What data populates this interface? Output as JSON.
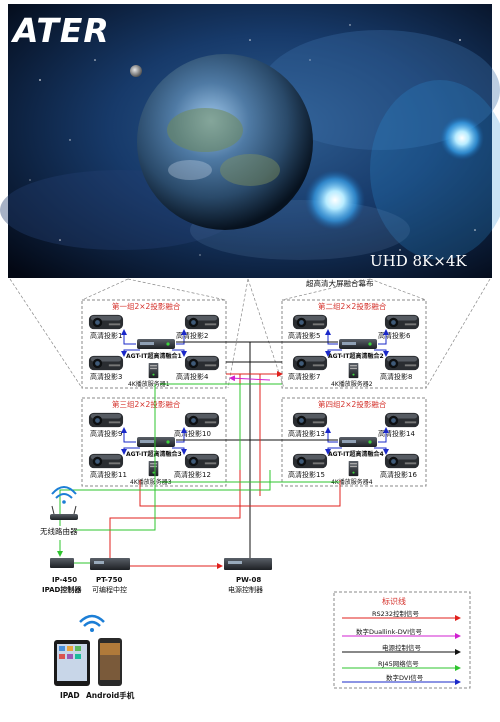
{
  "header": {
    "logo_text": "ATER",
    "screen_caption": "UHD 8K×4K"
  },
  "wall_label": "超高清大屏融合幕布",
  "groups": [
    {
      "title": "第一组2×2投影融合",
      "projectors": [
        "高清投影1",
        "高清投影2",
        "高清投影3",
        "高清投影4"
      ],
      "fusion": "AGT-IT超高清融合1",
      "server": "4K播放服务器1"
    },
    {
      "title": "第二组2×2投影融合",
      "projectors": [
        "高清投影5",
        "高清投影6",
        "高清投影7",
        "高清投影8"
      ],
      "fusion": "AGT-IT超高清融合2",
      "server": "4K播放服务器2"
    },
    {
      "title": "第三组2×2投影融合",
      "projectors": [
        "高清投影9",
        "高清投影10",
        "高清投影11",
        "高清投影12"
      ],
      "fusion": "AGT-IT超高清融合3",
      "server": "4K播放服务器3"
    },
    {
      "title": "第四组2×2投影融合",
      "projectors": [
        "高清投影13",
        "高清投影14",
        "高清投影15",
        "高清投影16"
      ],
      "fusion": "AGT-IT超高清融合4",
      "server": "4K播放服务器4"
    }
  ],
  "devices": {
    "router": "无线路由器",
    "ip450_model": "IP-450",
    "ip450_desc": "IPAD控制器",
    "pt750_model": "PT-750",
    "pt750_desc": "可编程中控",
    "pw08_model": "PW-08",
    "pw08_desc": "电源控制器",
    "ipad": "IPAD",
    "android": "Android手机"
  },
  "legend": {
    "title": "标识线",
    "items": [
      {
        "label": "RS232控制信号",
        "color": "#e0201c"
      },
      {
        "label": "数字Duallink-DVI信号",
        "color": "#d020d0"
      },
      {
        "label": "电源控制信号",
        "color": "#111111"
      },
      {
        "label": "RJ45网络信号",
        "color": "#2ec42e"
      },
      {
        "label": "数字DVI信号",
        "color": "#1a28c8"
      }
    ]
  }
}
